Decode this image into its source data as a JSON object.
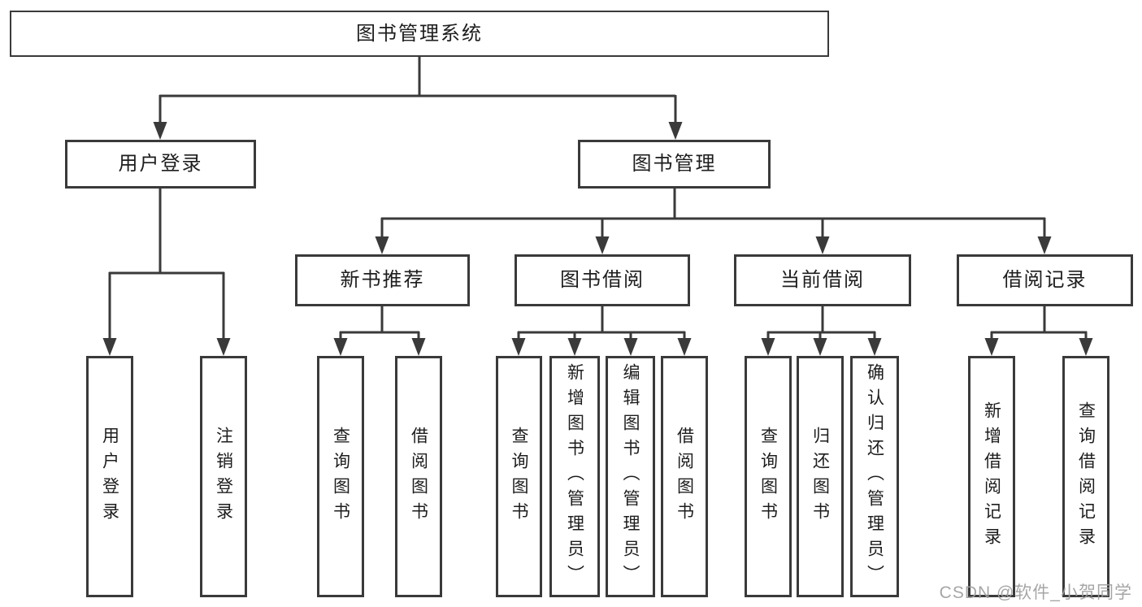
{
  "diagram": {
    "root": {
      "label": "图书管理系统"
    },
    "branches": [
      {
        "label": "用户登录",
        "children": [
          {
            "label": "用户登录"
          },
          {
            "label": "注销登录"
          }
        ]
      },
      {
        "label": "图书管理",
        "children": [
          {
            "label": "新书推荐",
            "children": [
              {
                "label": "查询图书"
              },
              {
                "label": "借阅图书"
              }
            ]
          },
          {
            "label": "图书借阅",
            "children": [
              {
                "label": "查询图书"
              },
              {
                "label": "新增图书（管理员）"
              },
              {
                "label": "编辑图书（管理员）"
              },
              {
                "label": "借阅图书"
              }
            ]
          },
          {
            "label": "当前借阅",
            "children": [
              {
                "label": "查询图书"
              },
              {
                "label": "归还图书"
              },
              {
                "label": "确认归还（管理员）"
              }
            ]
          },
          {
            "label": "借阅记录",
            "children": [
              {
                "label": "新增借阅记录"
              },
              {
                "label": "查询借阅记录"
              }
            ]
          }
        ]
      }
    ]
  },
  "watermark": {
    "text": "CSDN @软件_小贺同学"
  },
  "colors": {
    "line": "#3a3a3a",
    "box_border": "#3a3a3a",
    "text": "#1d1d1d",
    "watermark": "#9e9e9e",
    "background": "#ffffff"
  }
}
